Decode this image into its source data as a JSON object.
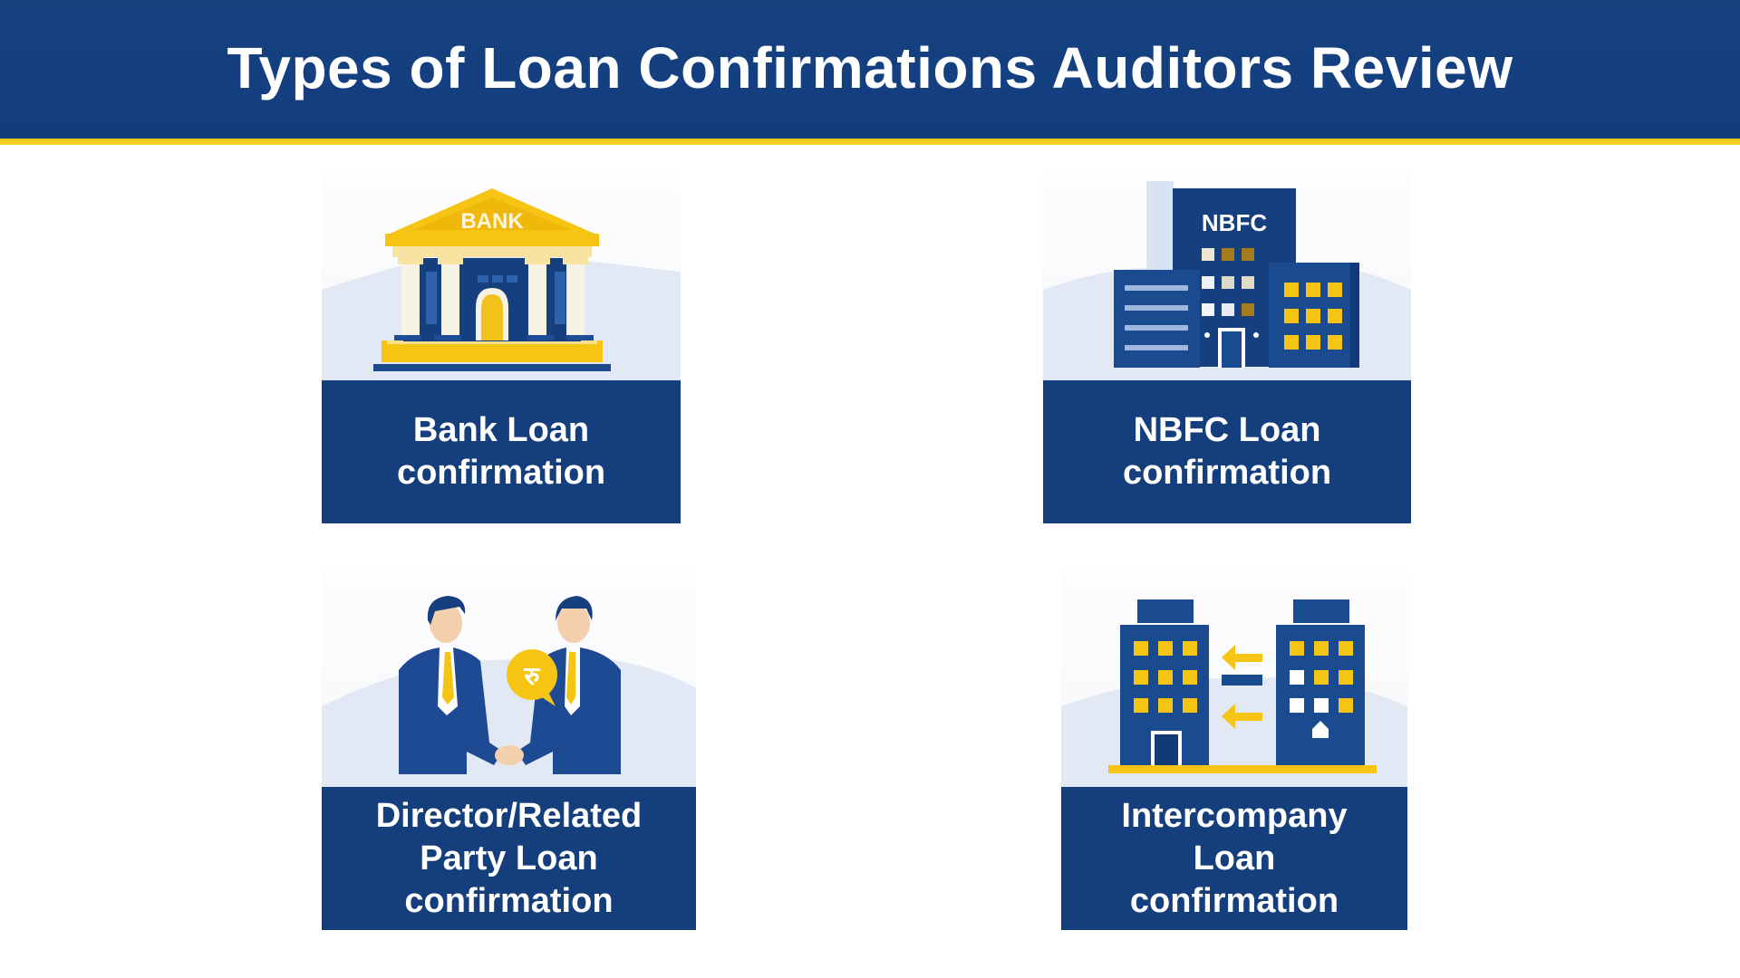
{
  "header": {
    "title": "Types of Loan Confirmations Auditors Review"
  },
  "colors": {
    "navy": "#143e7c",
    "yellow": "#f6c514",
    "light_bg": "#e6ecf6",
    "white": "#ffffff"
  },
  "cards": [
    {
      "id": "bank",
      "icon": "bank-building-icon",
      "icon_text": "BANK",
      "label_lines": [
        "Bank Loan",
        "confirmation"
      ]
    },
    {
      "id": "nbfc",
      "icon": "nbfc-office-buildings-icon",
      "icon_text": "NBFC",
      "label_lines": [
        "NBFC Loan",
        "confirmation"
      ]
    },
    {
      "id": "director",
      "icon": "handshake-businessmen-icon",
      "icon_text": "रु",
      "label_lines": [
        "Director/Related",
        "Party Loan",
        "confirmation"
      ]
    },
    {
      "id": "intercompany",
      "icon": "two-buildings-transfer-icon",
      "icon_text": "",
      "label_lines": [
        "Intercompany",
        "Loan",
        "confirmation"
      ]
    }
  ]
}
